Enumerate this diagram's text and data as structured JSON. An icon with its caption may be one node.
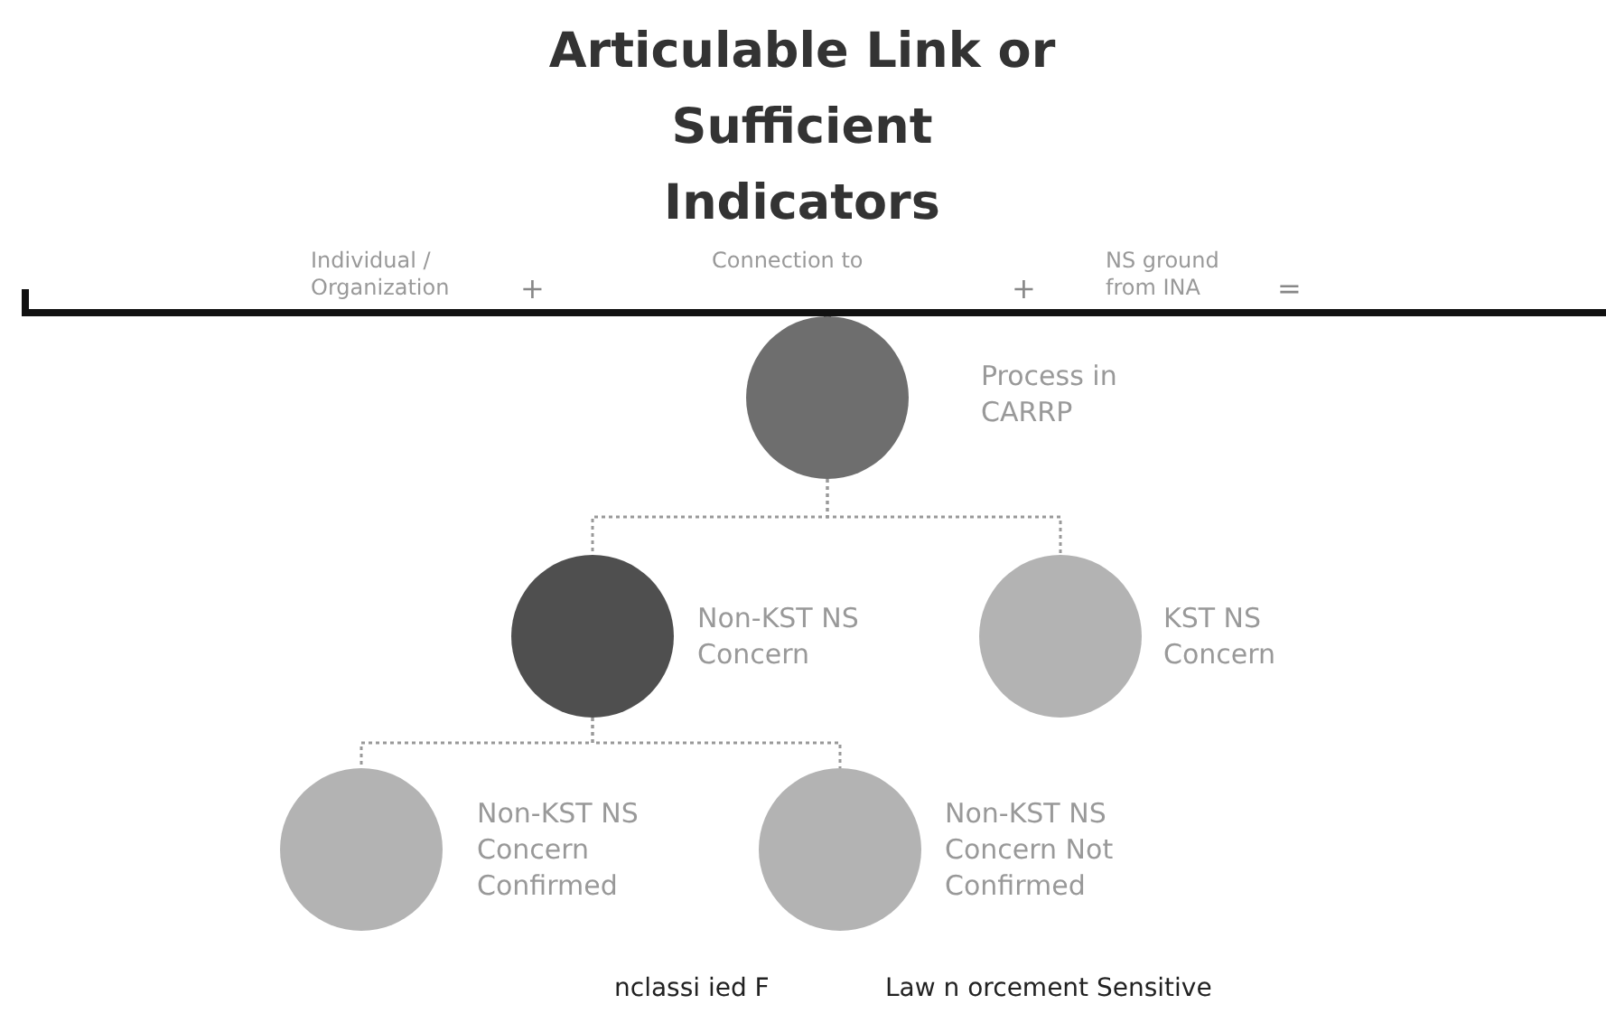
{
  "diagram": {
    "title": "Articulable Link or Sufficient Indicators",
    "nodes": [
      {
        "text": [],
        "shape": "circle",
        "beside": [
          "Process in CARRP"
        ]
      },
      {
        "text": [],
        "shape": "circle",
        "beside": [
          "Non-KST NS Concern"
        ]
      },
      {
        "text": [],
        "shape": "circle",
        "beside": [
          "KST NS Concern"
        ]
      },
      {
        "text": [],
        "shape": "circle",
        "beside": [
          "Non-KST NS Concern Confirmed"
        ]
      },
      {
        "text": [],
        "shape": "circle",
        "beside": [
          "Non-KST NS Concern Not Confirmed"
        ]
      }
    ],
    "edges": [
      {
        "from": 0,
        "to": 1,
        "arrow": "none",
        "style": "dashed"
      },
      {
        "from": 0,
        "to": 2,
        "arrow": "none",
        "style": "dashed"
      },
      {
        "from": 1,
        "to": 3,
        "arrow": "none",
        "style": "dashed"
      },
      {
        "from": 1,
        "to": 4,
        "arrow": "none",
        "style": "dashed"
      }
    ],
    "labels": [
      "Individual / Organization",
      "+",
      "Connection to",
      "+",
      "NS ground from INA",
      "=",
      "nclassi ied F",
      "Law n orcement Sensitive"
    ]
  }
}
